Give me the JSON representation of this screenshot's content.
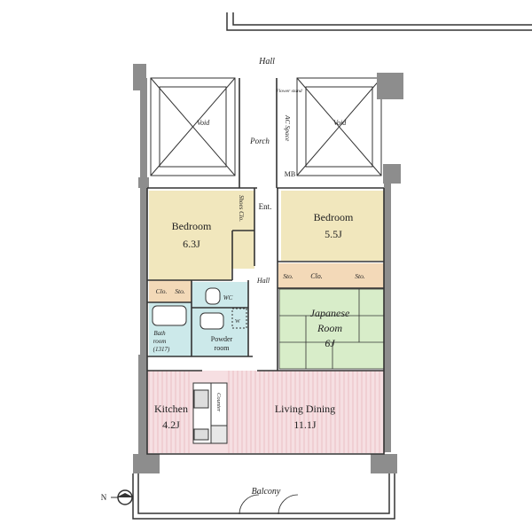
{
  "labels": {
    "hall_top": "Hall",
    "void_left": "Void",
    "void_right": "Void",
    "porch": "Porch",
    "ac_space": "AC Space",
    "flower_stand": "Flower stand",
    "mb": "MB",
    "shoes_clo": "Shoes Clo.",
    "ent": "Ent.",
    "bedroom_left_name": "Bedroom",
    "bedroom_left_size": "6.3J",
    "bedroom_right_name": "Bedroom",
    "bedroom_right_size": "5.5J",
    "clo_left": "Clo.",
    "sto_left": "Sto.",
    "wc": "WC",
    "hall_inner": "Hall",
    "sto_right_a": "Sto.",
    "clo_right": "Clo.",
    "sto_right_b": "Sto.",
    "japanese_room_line1": "Japanese",
    "japanese_room_line2": "Room",
    "japanese_room_size": "6J",
    "bathroom_line1": "Bath",
    "bathroom_line2": "room",
    "bathroom_size": "(1317)",
    "powder_room_line1": "Powder",
    "powder_room_line2": "room",
    "washer": "W",
    "counter": "Counter",
    "kitchen_name": "Kitchen",
    "kitchen_size": "4.2J",
    "living_name": "Living Dining",
    "living_size": "11.1J",
    "balcony": "Balcony",
    "north": "N"
  },
  "colors": {
    "bedroom": "#f1e7bd",
    "storage": "#f3d9b8",
    "bath": "#cce9ea",
    "tatami": "#d8edc9",
    "living": "#f6dfe2",
    "wall": "#8d8d8d",
    "line": "#333333"
  }
}
